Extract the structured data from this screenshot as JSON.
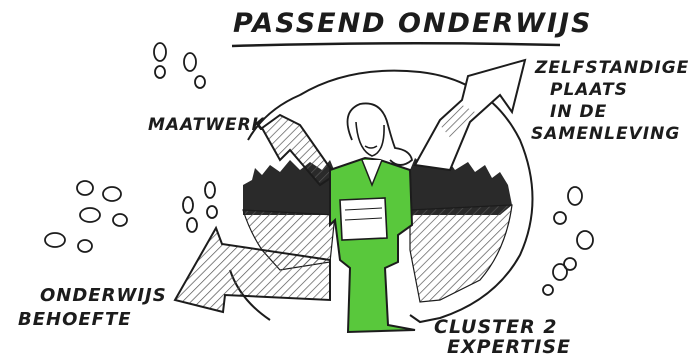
{
  "title": "PASSEND ONDERWIJS",
  "labels": {
    "maatwerk": "MAATWERK",
    "zelfstandige_lines": [
      "ZELFSTANDIGE",
      "PLAATS",
      "IN DE",
      "SAMENLEVING"
    ],
    "onderwijsbehoefte_lines": [
      "ONDERWIJS",
      "BEHOEFTE"
    ],
    "cluster_lines": [
      "CLUSTER 2",
      "EXPERTISE"
    ]
  },
  "colors": {
    "ink": "#1c1c1c",
    "accent_green": "#59c83c",
    "hatch": "#6b6b6b"
  },
  "icons": [
    "footprint-icon",
    "arrow-icon",
    "teacher-figure-icon",
    "skyline-icon"
  ]
}
